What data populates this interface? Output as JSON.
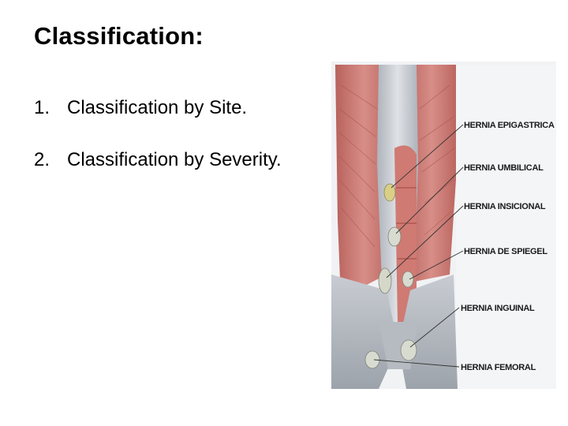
{
  "slide": {
    "title": "Classification:",
    "items": [
      {
        "number": "1.",
        "text": "Classification by Site."
      },
      {
        "number": "2.",
        "text": "Classification by Severity."
      }
    ]
  },
  "figure": {
    "labels": [
      "HERNIA EPIGASTRICA",
      "HERNIA UMBILICAL",
      "HERNIA INSICIONAL",
      "HERNIA DE SPIEGEL",
      "HERNIA INGUINAL",
      "HERNIA FEMORAL"
    ]
  },
  "colors": {
    "muscle": "#c9756f",
    "muscle_light": "#d99590",
    "fascia": "#c9cdd3",
    "hernia_sac": "#d8dbd0"
  }
}
